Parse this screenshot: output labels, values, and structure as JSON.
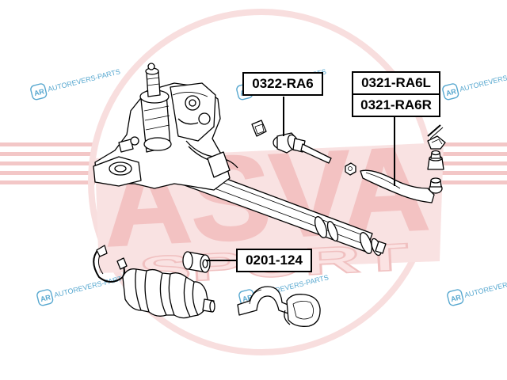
{
  "colors": {
    "watermark_red": "#f3c7c7",
    "watermark_blue": "#56a7cf",
    "line": "#000000",
    "label_border": "#000000"
  },
  "watermark": {
    "brand": "AUTOREVERS-PARTS",
    "logo_letters": "AR",
    "big_word": "ASVA",
    "sub_word": "SPORT"
  },
  "labels": {
    "tie_rod": "0322-RA6",
    "tie_rod_end_left": "0321-RA6L",
    "tie_rod_end_right": "0321-RA6R",
    "bushing": "0201-124"
  }
}
